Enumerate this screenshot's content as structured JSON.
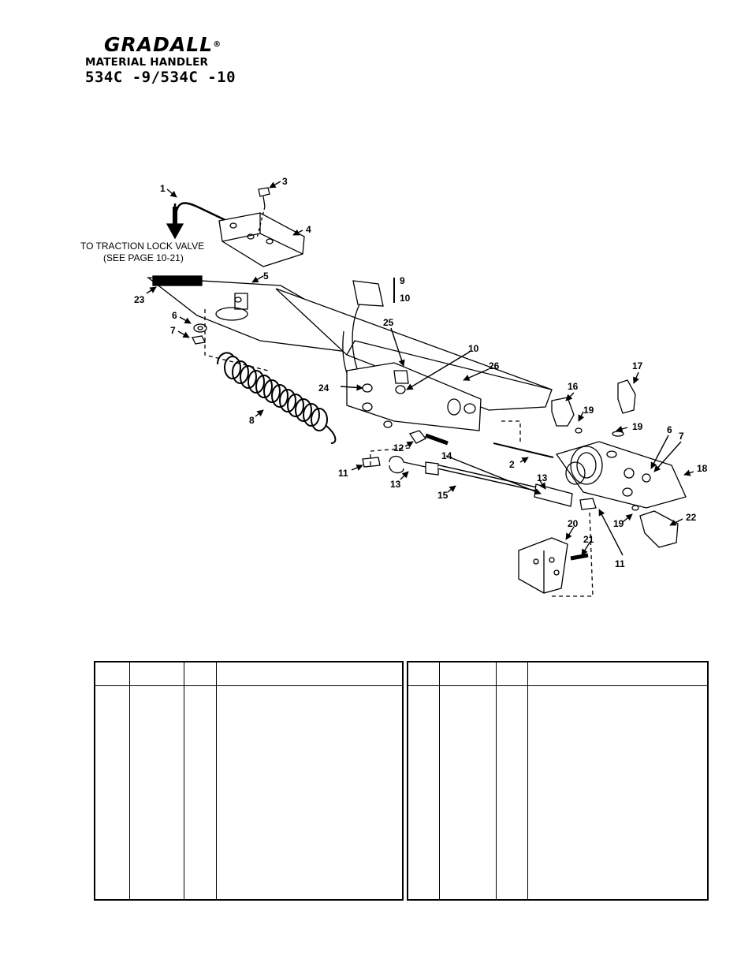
{
  "header": {
    "brand": "GRADALL",
    "registered_mark": "®",
    "subtitle": "MATERIAL HANDLER",
    "model": "534C -9/534C -10"
  },
  "diagram": {
    "note_line1": "TO TRACTION LOCK VALVE",
    "note_line2": "(SEE PAGE 10-21)",
    "callouts": {
      "c1": "1",
      "c2": "2",
      "c3": "3",
      "c4": "4",
      "c5": "5",
      "c6a": "6",
      "c6b": "6",
      "c7a": "7",
      "c7b": "7",
      "c8": "8",
      "c9": "9",
      "c10a": "10",
      "c10b": "10",
      "c11a": "11",
      "c11b": "11",
      "c12": "12",
      "c13a": "13",
      "c13b": "13",
      "c14": "14",
      "c15": "15",
      "c16": "16",
      "c17": "17",
      "c18": "18",
      "c19a": "19",
      "c19b": "19",
      "c19c": "19",
      "c20": "20",
      "c21": "21",
      "c22": "22",
      "c23": "23",
      "c24": "24",
      "c25": "25",
      "c26": "26"
    }
  },
  "parts_tables": [
    {
      "name": "left",
      "columns": [
        "",
        "",
        "",
        ""
      ],
      "rows": []
    },
    {
      "name": "right",
      "columns": [
        "",
        "",
        "",
        ""
      ],
      "rows": []
    }
  ]
}
